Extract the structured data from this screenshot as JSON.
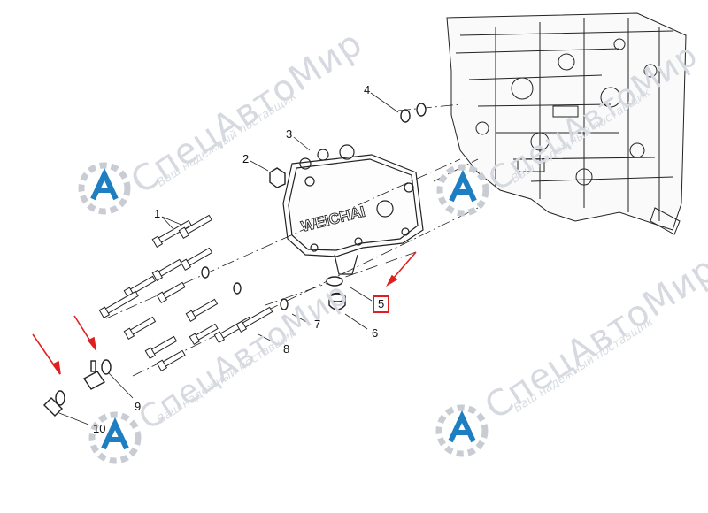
{
  "watermark": {
    "title": "СпецАвтоМир",
    "subtitle": "Ваш надежный поставщик"
  },
  "engine_label": "WEICHAI",
  "callouts": [
    {
      "num": "1"
    },
    {
      "num": "2"
    },
    {
      "num": "3"
    },
    {
      "num": "4"
    },
    {
      "num": "5",
      "highlighted": true
    },
    {
      "num": "6"
    },
    {
      "num": "7"
    },
    {
      "num": "8"
    },
    {
      "num": "9"
    },
    {
      "num": "10"
    }
  ],
  "colors": {
    "line": "#222222",
    "arrow": "#e02020",
    "watermark_gray": "#d6dae0",
    "watermark_blue": "#1d7fc2",
    "watermark_gear": "#c9cdd3"
  }
}
